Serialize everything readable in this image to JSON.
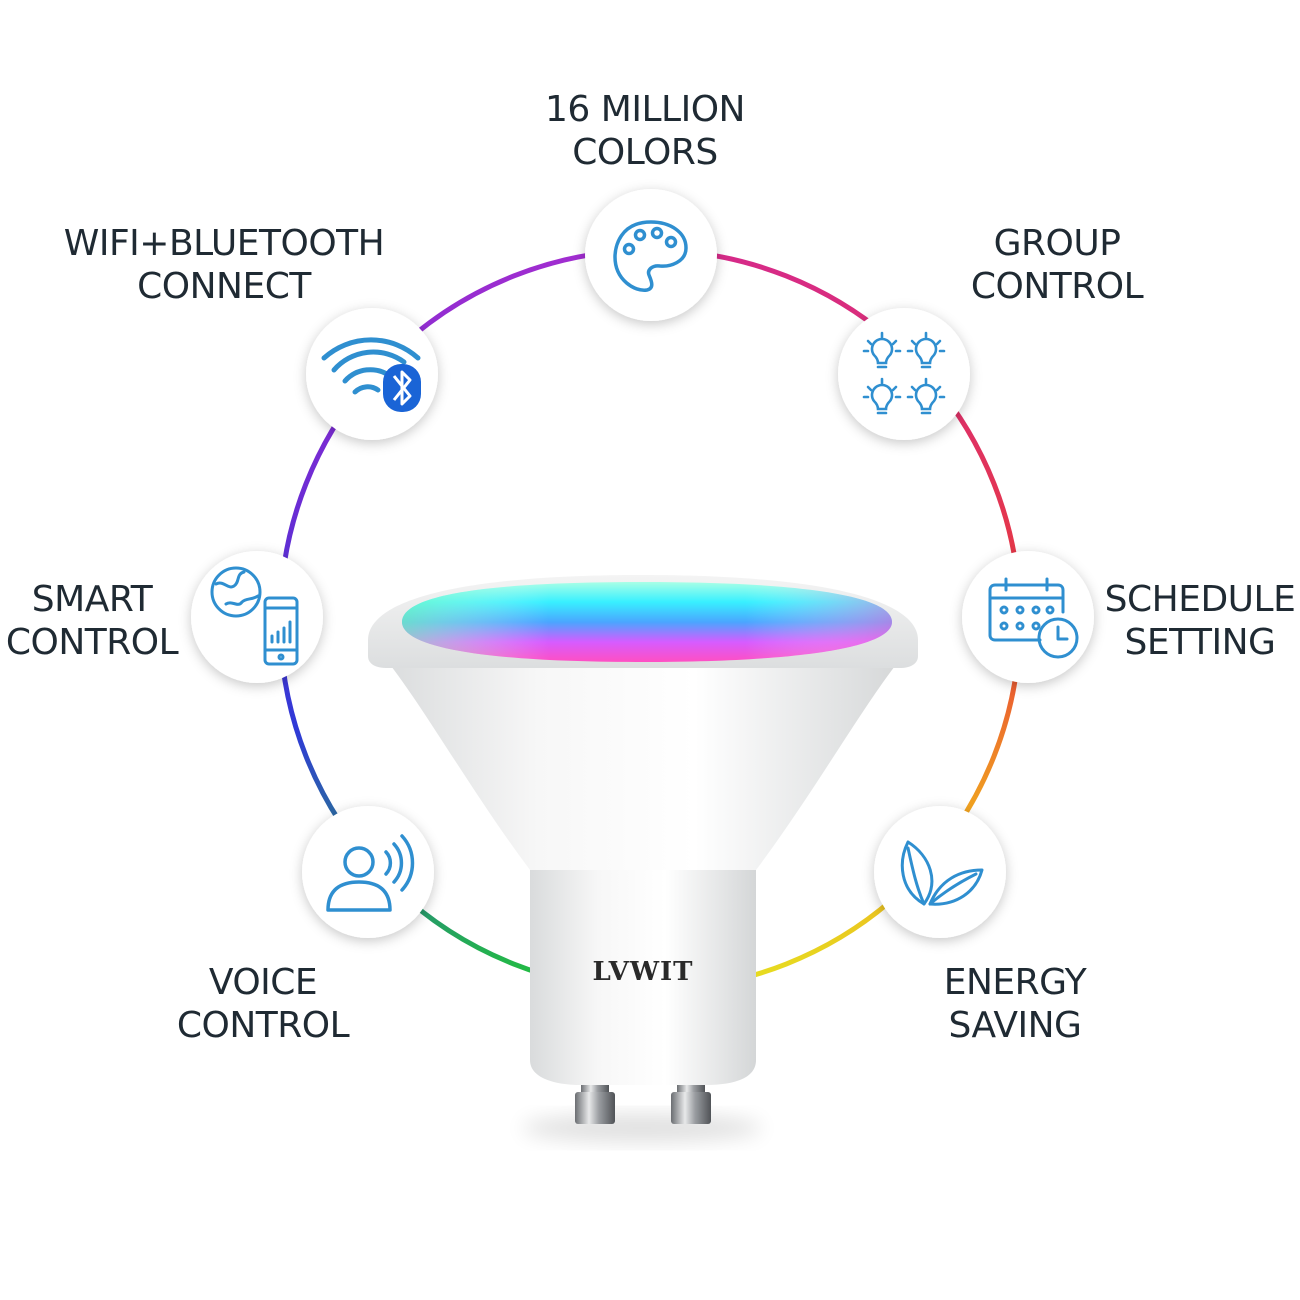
{
  "features": {
    "colors": {
      "line1": "16 MILLION",
      "line2": "COLORS"
    },
    "wifi": {
      "line1": "WIFI+BLUETOOTH",
      "line2": "CONNECT"
    },
    "group": {
      "line1": "GROUP",
      "line2": "CONTROL"
    },
    "smart": {
      "line1": "SMART",
      "line2": "CONTROL"
    },
    "schedule": {
      "line1": "SCHEDULE",
      "line2": "SETTING"
    },
    "voice": {
      "line1": "VOICE",
      "line2": "CONTROL"
    },
    "energy": {
      "line1": "ENERGY",
      "line2": "SAVING"
    }
  },
  "product": {
    "brand": "LVWIT"
  },
  "icons": {
    "colors": "palette-icon",
    "wifi": "wifi-bluetooth-icon",
    "group": "bulbs-group-icon",
    "smart": "globe-phone-icon",
    "schedule": "calendar-clock-icon",
    "voice": "voice-user-icon",
    "energy": "leaves-icon"
  },
  "colors": {
    "icon_stroke": "#2f8fd0",
    "bluetooth_badge": "#1a64d6",
    "text": "#1f2a33"
  }
}
